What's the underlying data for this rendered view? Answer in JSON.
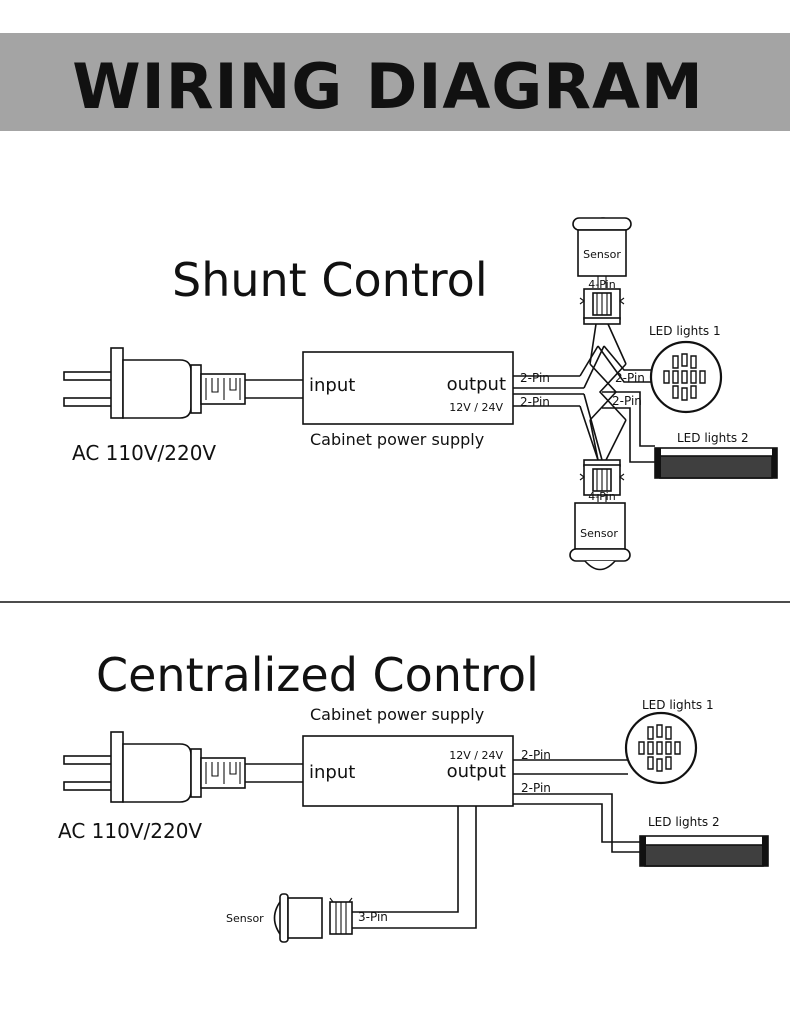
{
  "title": "WIRING DIAGRAM",
  "colors": {
    "banner": "#a4a4a4",
    "ink": "#111111",
    "strip": "#3f3f3f"
  },
  "shunt": {
    "heading": "Shunt Control",
    "ac_label": "AC 110V/220V",
    "input_label": "input",
    "output_label": "output",
    "voltage": "12V / 24V",
    "supply_label": "Cabinet power supply",
    "pin_out_1": "2-Pin",
    "pin_out_2": "2-Pin",
    "pin_in_1": "2-Pin",
    "pin_in_2": "2-Pin",
    "sensor_top": "Sensor",
    "sensor_top_pin": "4-Pin",
    "sensor_bottom": "Sensor",
    "sensor_bottom_pin": "4-Pin",
    "led1": "LED lights 1",
    "led2": "LED lights 2"
  },
  "centralized": {
    "heading": "Centralized Control",
    "ac_label": "AC 110V/220V",
    "input_label": "input",
    "output_label": "output",
    "voltage": "12V / 24V",
    "supply_label": "Cabinet power supply",
    "pin_out_1": "2-Pin",
    "pin_out_2": "2-Pin",
    "sensor_label": "Sensor",
    "sensor_pin": "3-Pin",
    "led1": "LED lights 1",
    "led2": "LED lights 2"
  }
}
